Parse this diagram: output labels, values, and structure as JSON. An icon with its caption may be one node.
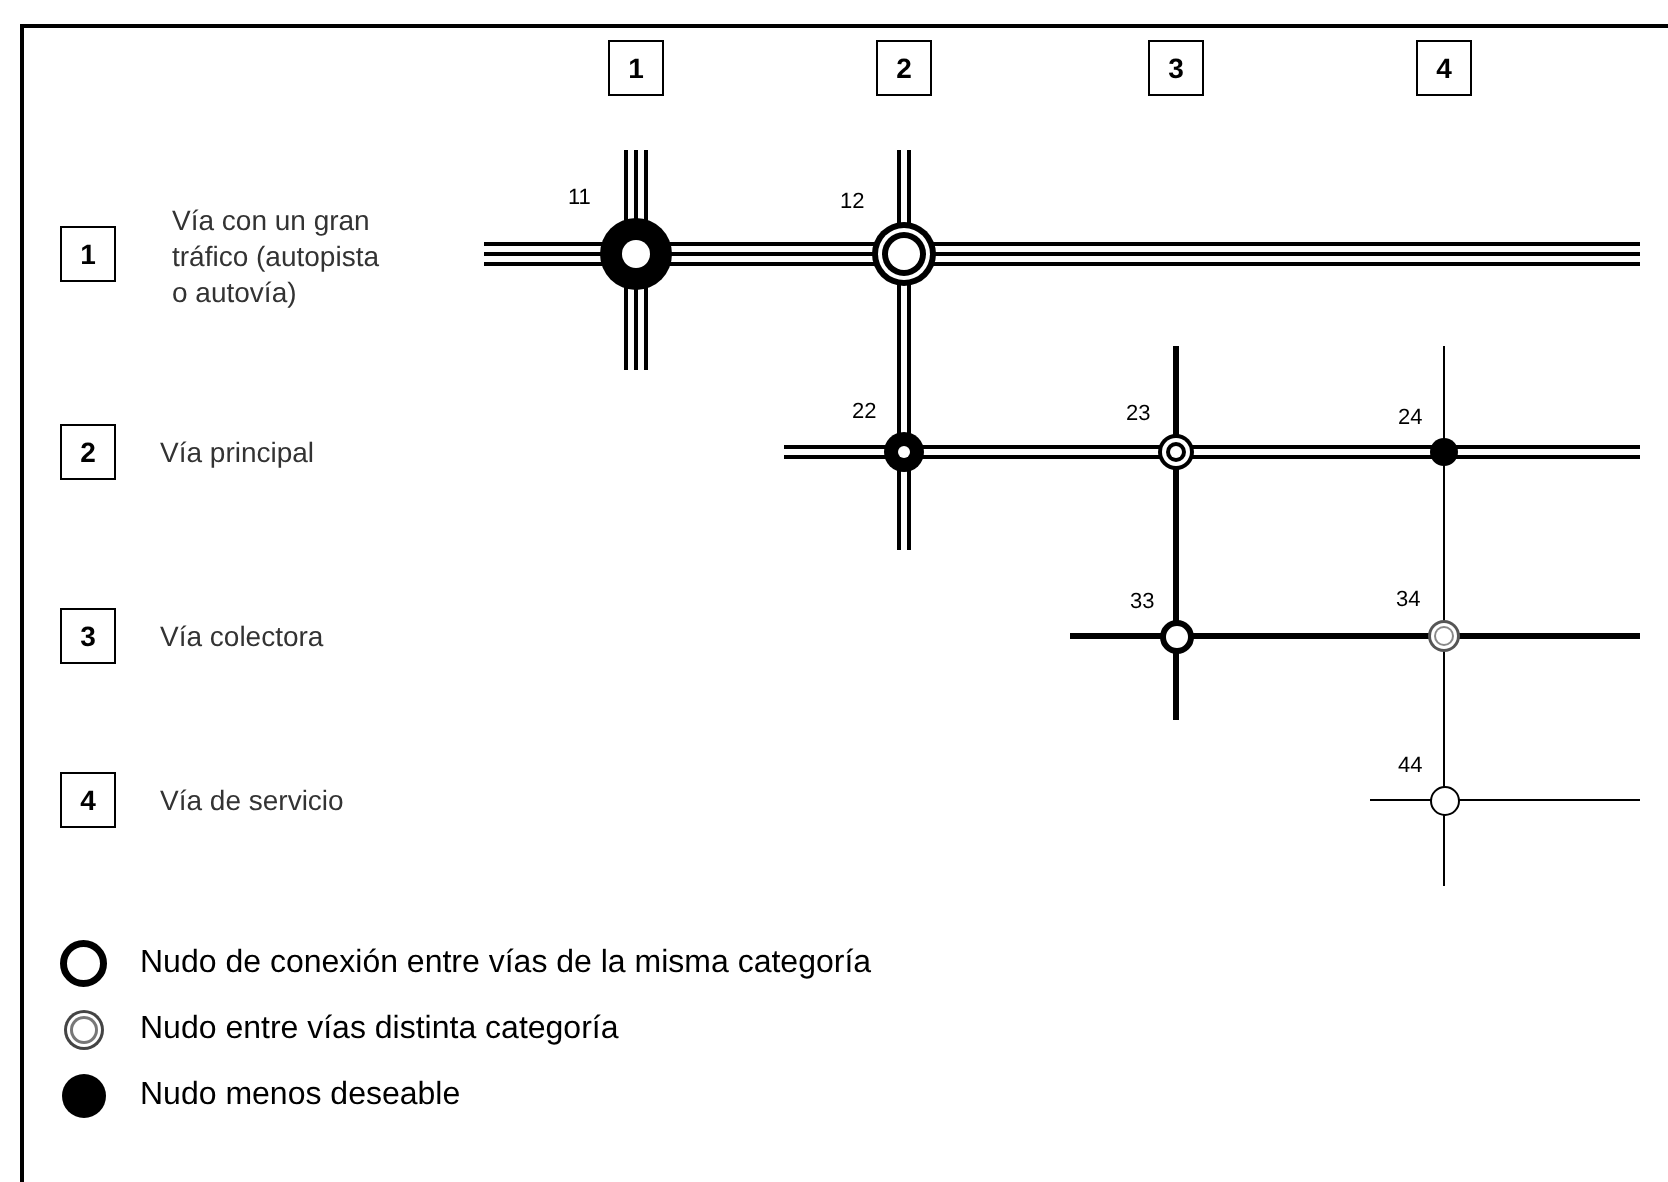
{
  "diagram": {
    "nodes": [
      {
        "text": [
          "1"
        ]
      },
      {
        "text": [
          "2"
        ]
      },
      {
        "text": [
          "3"
        ]
      },
      {
        "text": [
          "4"
        ]
      },
      {
        "text": [
          "1"
        ],
        "beside": [
          "Vía con un gran tráfico (autopista o autovía)"
        ]
      },
      {
        "text": [
          "2"
        ],
        "beside": [
          "Vía principal"
        ]
      },
      {
        "text": [
          "3"
        ],
        "beside": [
          "Vía colectora"
        ]
      },
      {
        "text": [
          "4"
        ],
        "beside": [
          "Vía de servicio"
        ]
      },
      {
        "text": [],
        "shape": "circle",
        "beside": [
          "11"
        ]
      },
      {
        "text": [],
        "shape": "circle",
        "beside": [
          "12"
        ]
      },
      {
        "text": [],
        "shape": "circle",
        "beside": [
          "22"
        ]
      },
      {
        "text": [],
        "shape": "circle",
        "beside": [
          "23"
        ]
      },
      {
        "text": [],
        "shape": "circle",
        "beside": [
          "24"
        ]
      },
      {
        "text": [],
        "shape": "circle",
        "beside": [
          "33"
        ]
      },
      {
        "text": [],
        "shape": "circle",
        "beside": [
          "34"
        ]
      },
      {
        "text": [],
        "shape": "circle",
        "beside": [
          "44"
        ]
      }
    ],
    "legend": [
      {
        "text": "Nudo de conexión entre vías de la misma categoría"
      },
      {
        "text": "Nudo entre vías distinta categoría"
      },
      {
        "text": "Nudo menos deseable"
      }
    ]
  }
}
